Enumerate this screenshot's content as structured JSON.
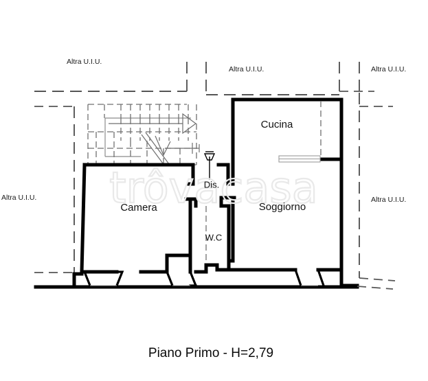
{
  "document": {
    "type": "floor-plan",
    "caption": "Piano Primo - H=2,79",
    "watermark": "trôvacasa"
  },
  "rooms": [
    {
      "id": "cucina",
      "label": "Cucina"
    },
    {
      "id": "soggiorno",
      "label": "Soggiorno"
    },
    {
      "id": "camera",
      "label": "Camera"
    },
    {
      "id": "wc",
      "label": "W.C"
    },
    {
      "id": "dis",
      "label": "Dis."
    }
  ],
  "neighbor_labels": [
    {
      "id": "top-left",
      "label": "Altra U.I.U."
    },
    {
      "id": "top-center",
      "label": "Altra U.I.U."
    },
    {
      "id": "top-right",
      "label": "Altra U.I.U."
    },
    {
      "id": "left",
      "label": "Altra U.I.U."
    },
    {
      "id": "right",
      "label": "Altra U.I.U."
    }
  ],
  "colors": {
    "wall": "#000000",
    "boundary_dashed": "#555555",
    "stair": "#8a8a8a",
    "watermark": "#e9e9e9",
    "background": "#ffffff",
    "text": "#111111"
  }
}
